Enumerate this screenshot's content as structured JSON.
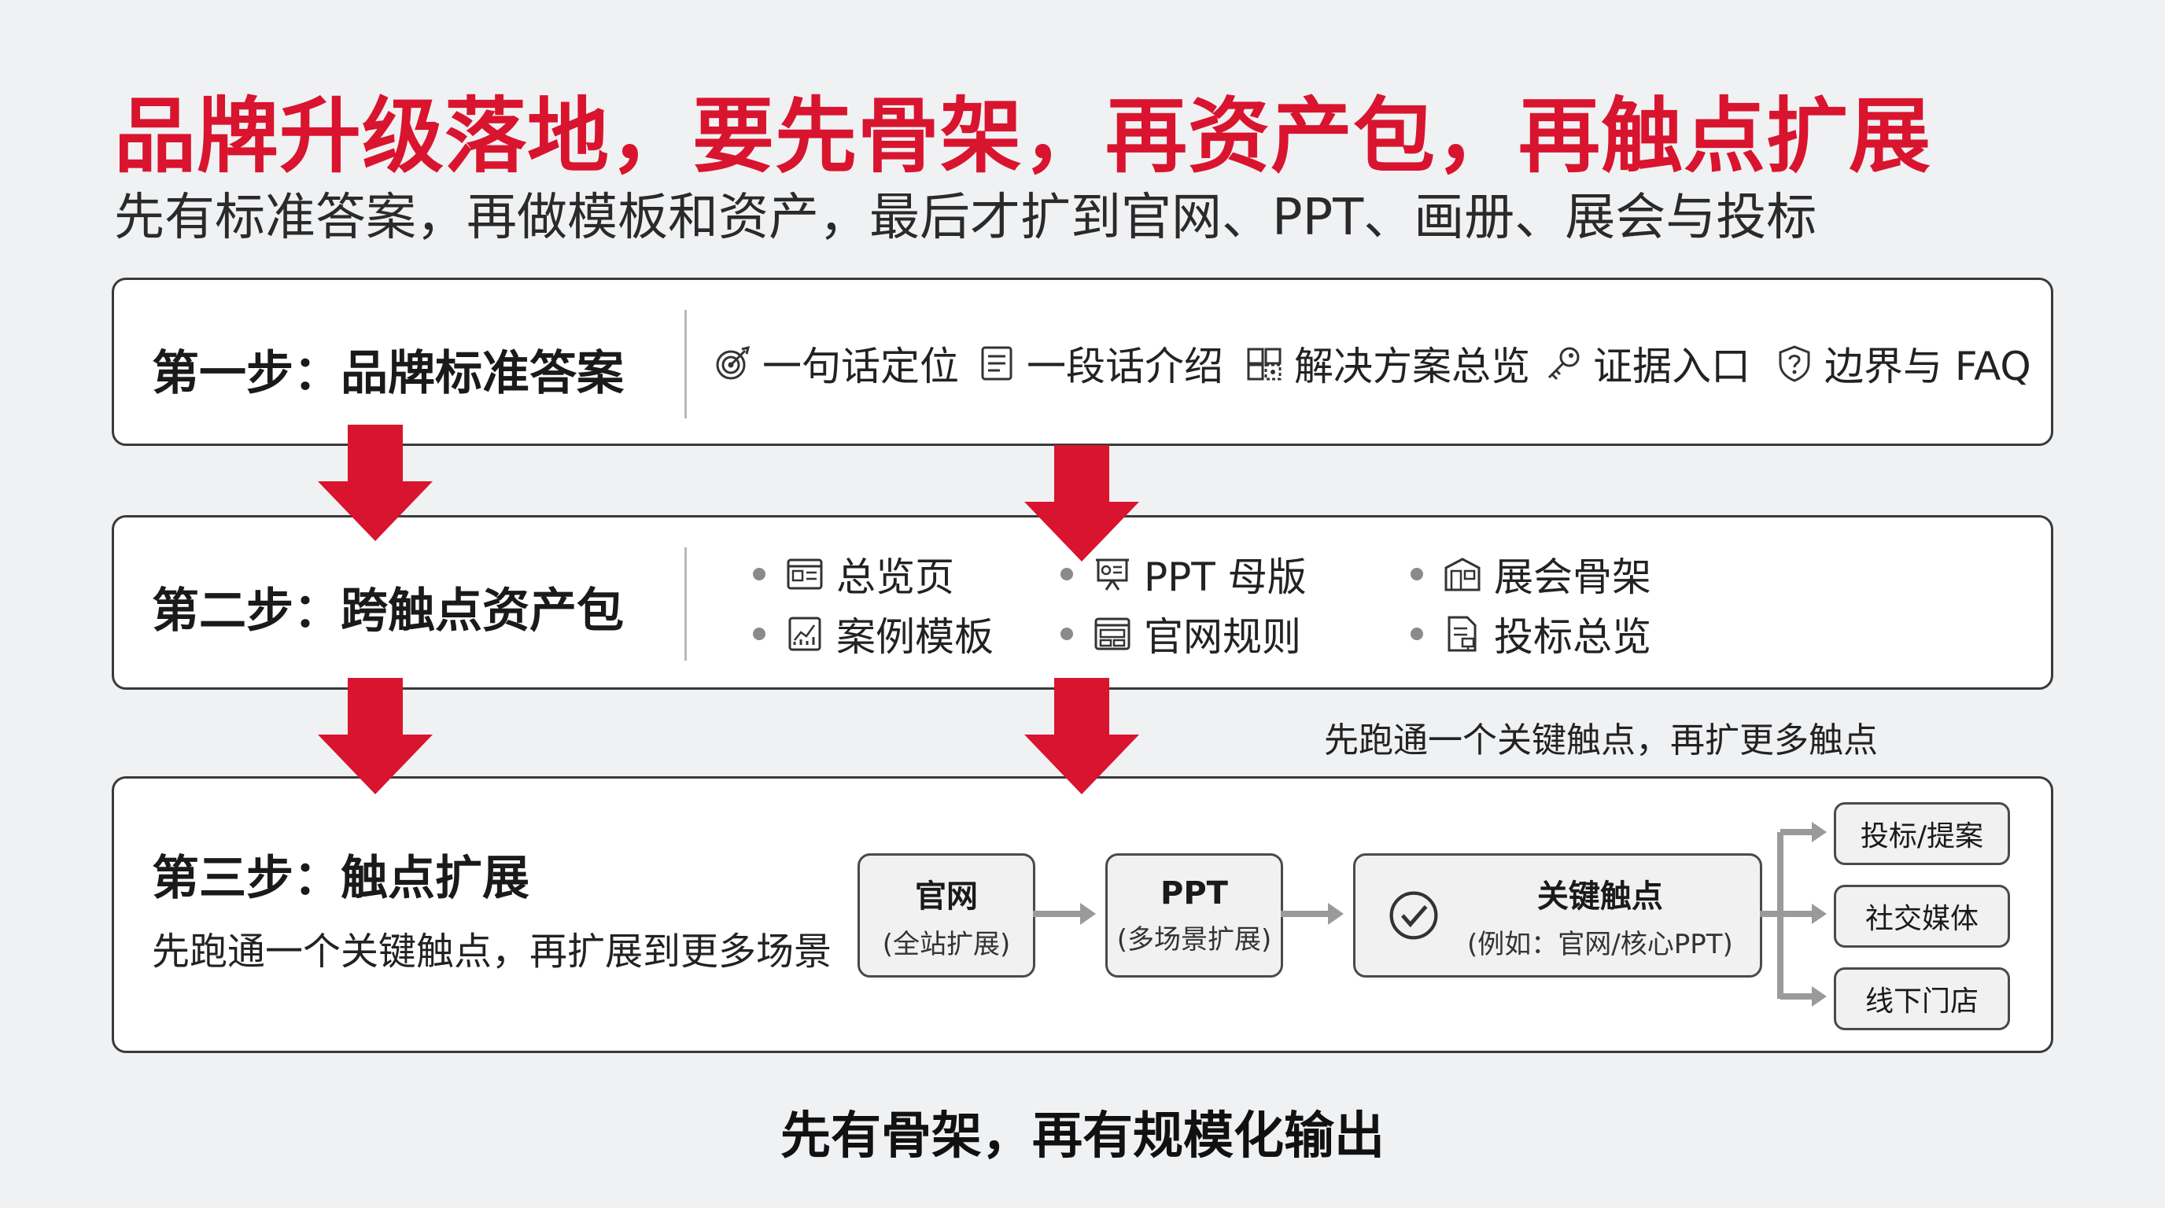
{
  "title": "品牌升级落地，要先骨架，再资产包，再触点扩展",
  "subtitle": "先有标准答案，再做模板和资产，最后才扩到官网、PPT、画册、展会与投标",
  "step1": {
    "label": "第一步：品牌标准答案",
    "items": [
      {
        "icon": "target-icon",
        "label": "一句话定位"
      },
      {
        "icon": "document-icon",
        "label": "一段话介绍"
      },
      {
        "icon": "puzzle-icon",
        "label": "解决方案总览"
      },
      {
        "icon": "key-icon",
        "label": "证据入口"
      },
      {
        "icon": "shield-question-icon",
        "label": "边界与 FAQ"
      }
    ]
  },
  "step2": {
    "label": "第二步：跨触点资产包",
    "items": [
      {
        "icon": "overview-page-icon",
        "label": "总览页"
      },
      {
        "icon": "presentation-icon",
        "label": "PPT 母版"
      },
      {
        "icon": "exhibition-icon",
        "label": "展会骨架"
      },
      {
        "icon": "chart-doc-icon",
        "label": "案例模板"
      },
      {
        "icon": "website-layout-icon",
        "label": "官网规则"
      },
      {
        "icon": "bid-doc-icon",
        "label": "投标总览"
      }
    ]
  },
  "note": "先跑通一个关键触点，再扩更多触点",
  "step3": {
    "label": "第三步：触点扩展",
    "sub": "先跑通一个关键触点，再扩展到更多场景",
    "flow": [
      {
        "title": "官网",
        "sub": "(全站扩展)"
      },
      {
        "title": "PPT",
        "sub": "(多场景扩展)"
      },
      {
        "title": "关键触点",
        "sub": "(例如：官网/核心PPT)",
        "icon": "check-circle-icon"
      }
    ],
    "outputs": [
      "投标/提案",
      "社交媒体",
      "线下门店"
    ]
  },
  "footer": "先有骨架，再有规模化输出",
  "colors": {
    "accent": "#d9142e",
    "card_border": "#3a3a3a",
    "flow_arrow": "#9a9a9a"
  }
}
